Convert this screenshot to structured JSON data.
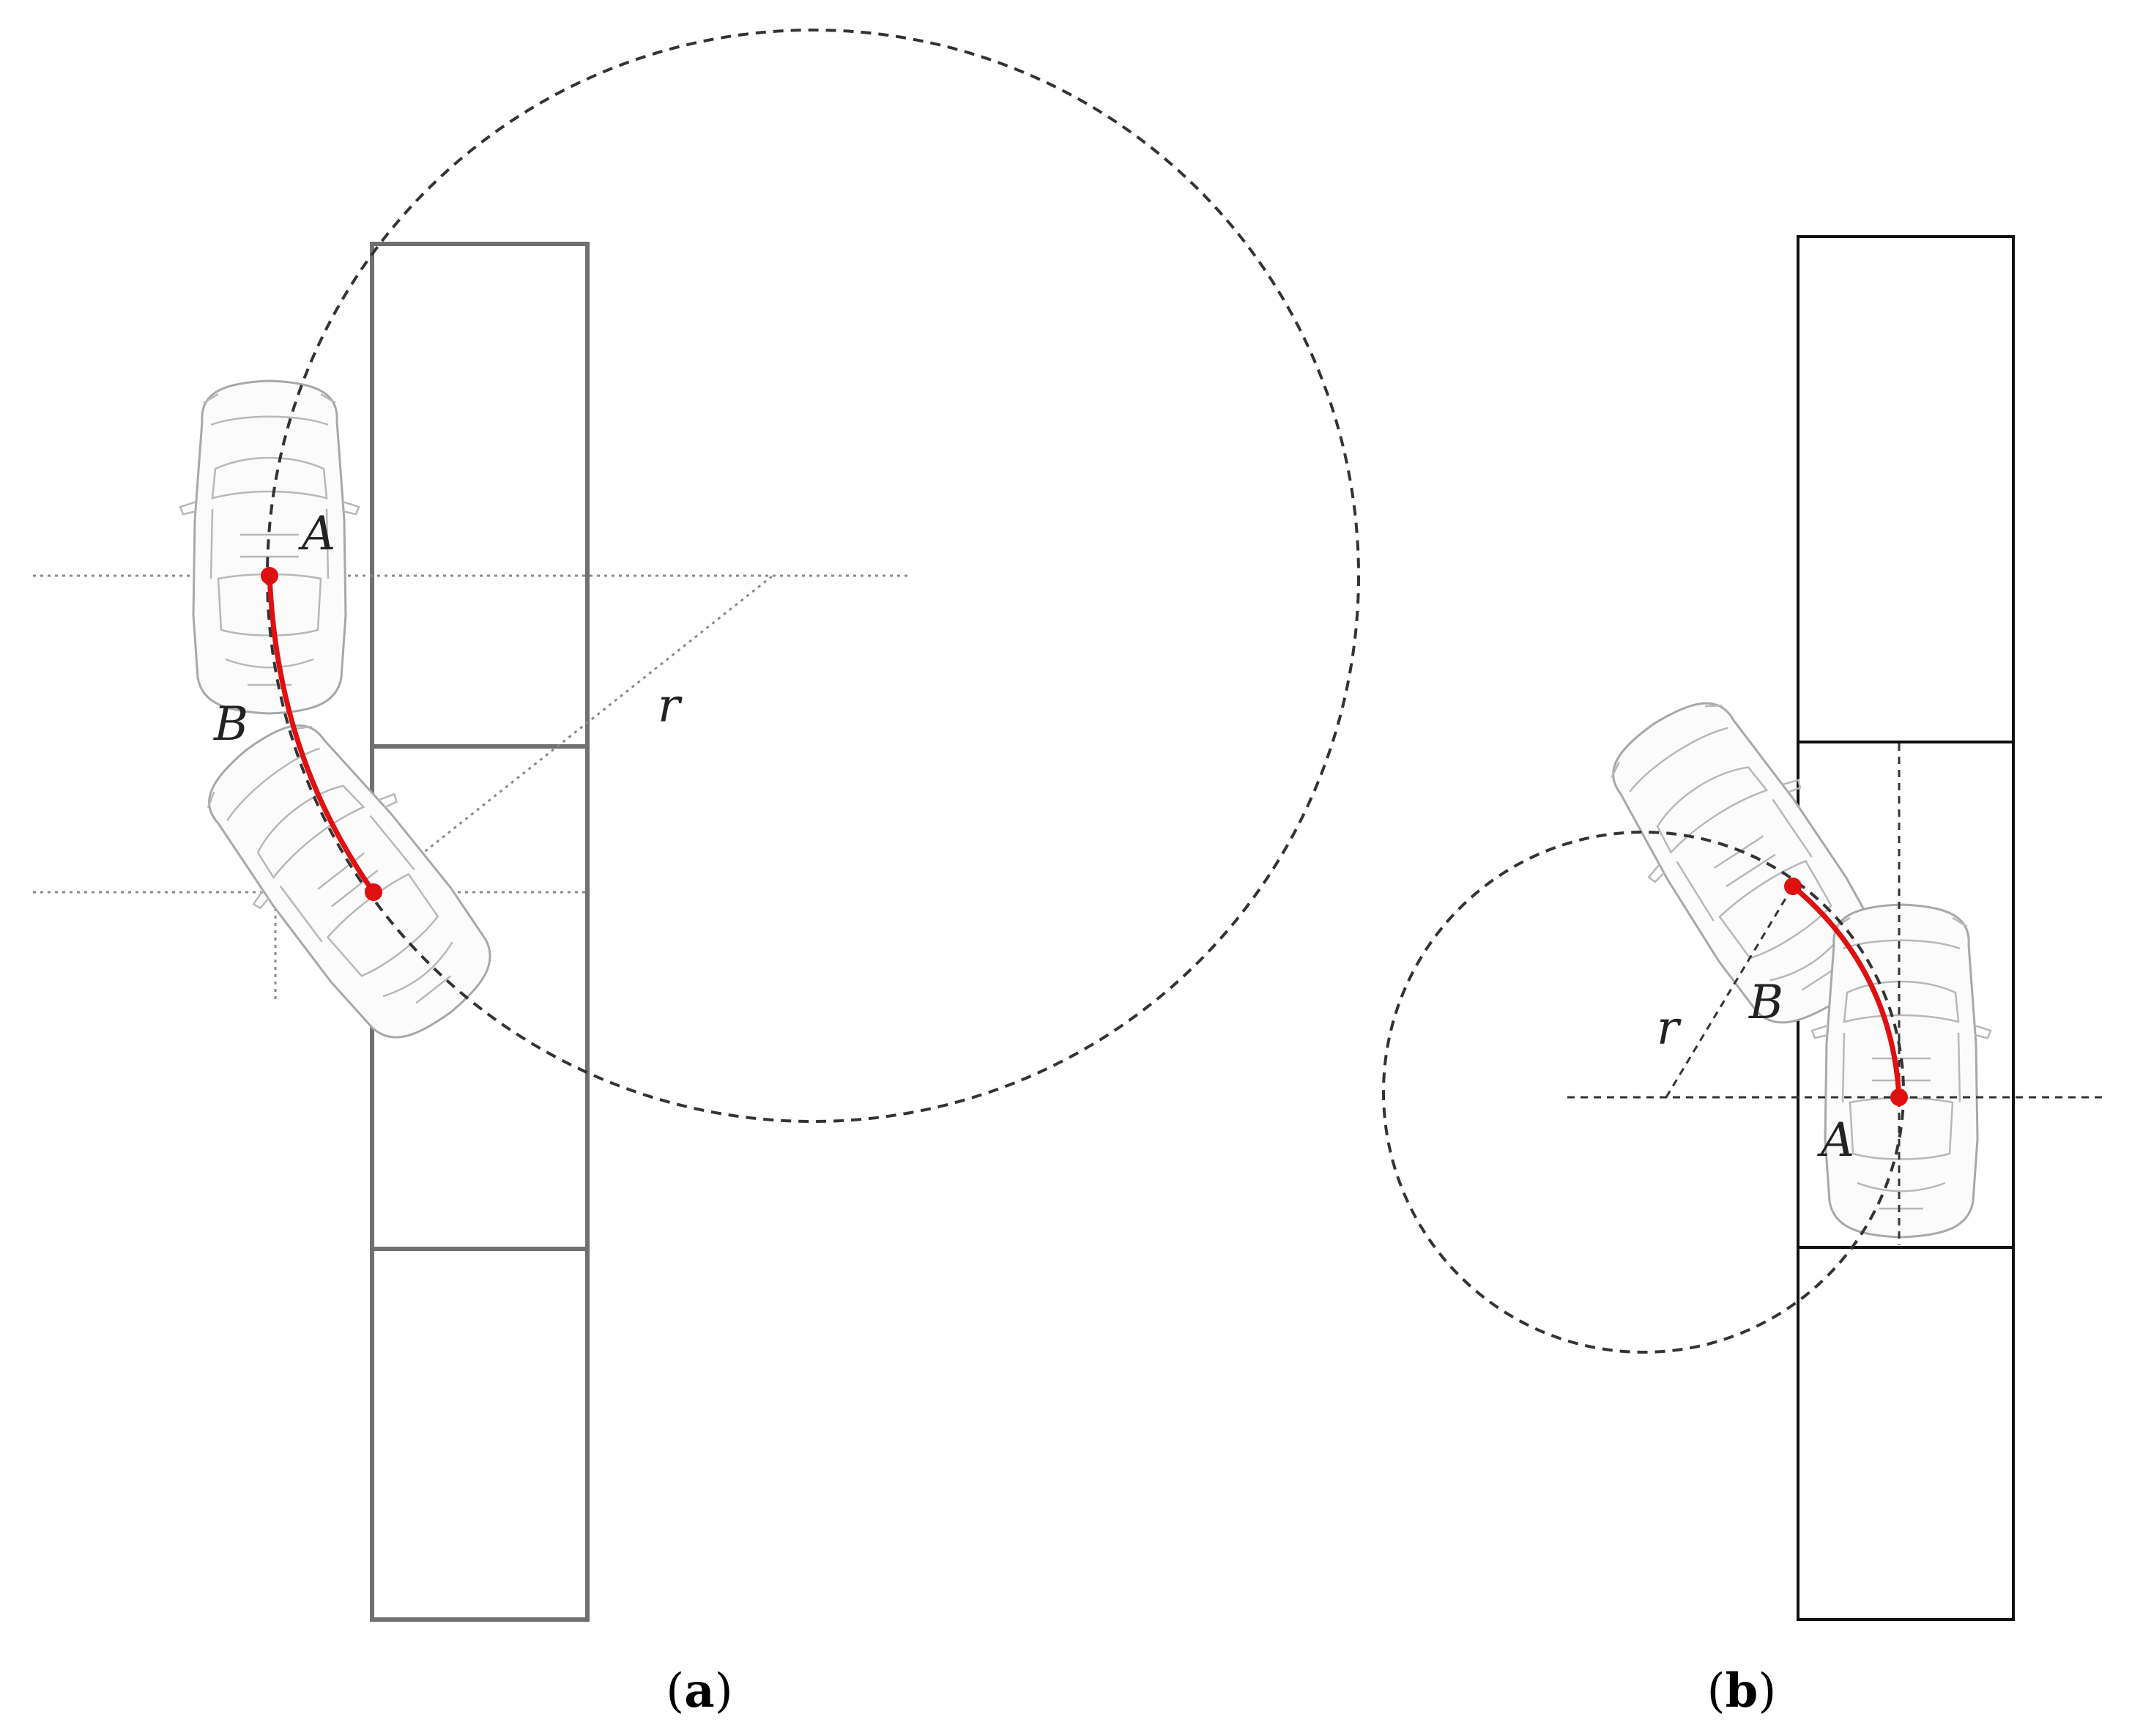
{
  "panels": [
    {
      "id": "a",
      "caption_letter": "a",
      "labels": {
        "point_a": "A",
        "point_b": "B",
        "radius": "r"
      }
    },
    {
      "id": "b",
      "caption_letter": "b",
      "labels": {
        "point_a": "A",
        "point_b": "B",
        "radius": "r"
      }
    }
  ],
  "colors": {
    "path": "#e01010",
    "slot_a": "#707070",
    "slot_b": "#111111",
    "circle": "#333333",
    "guide": "#8a8a8a"
  }
}
